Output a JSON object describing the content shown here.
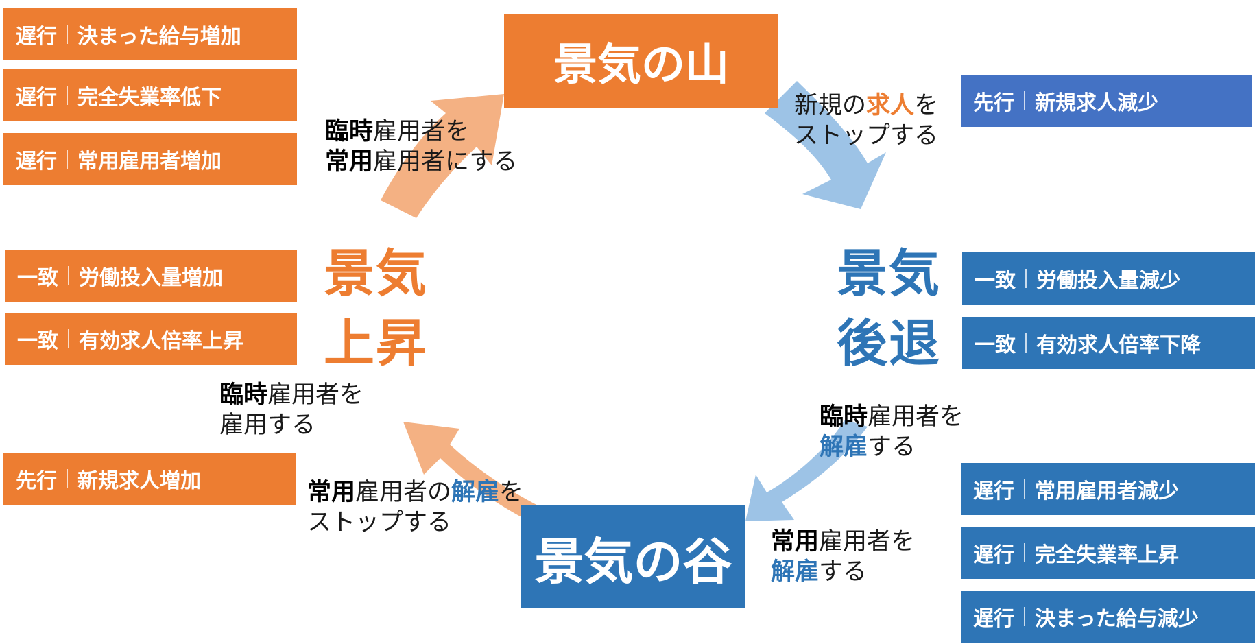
{
  "colors": {
    "orange": "#ED7D31",
    "blue": "#2E75B6",
    "blue_light": "#4472C4",
    "arrow_orange": "#F4B183",
    "arrow_blue": "#9DC3E6"
  },
  "titles": {
    "peak": "景気の山",
    "trough": "景気の谷"
  },
  "phases": {
    "expansion": {
      "line1": "景気",
      "line2": "上昇"
    },
    "recession": {
      "line1": "景気",
      "line2": "後退"
    }
  },
  "left_boxes": [
    {
      "tag": "遅行",
      "text": "決まった給与増加"
    },
    {
      "tag": "遅行",
      "text": "完全失業率低下"
    },
    {
      "tag": "遅行",
      "text": "常用雇用者増加"
    },
    {
      "tag": "一致",
      "text": "労働投入量増加"
    },
    {
      "tag": "一致",
      "text": "有効求人倍率上昇"
    },
    {
      "tag": "先行",
      "text": "新規求人増加"
    }
  ],
  "right_boxes": [
    {
      "tag": "先行",
      "text": "新規求人減少"
    },
    {
      "tag": "一致",
      "text": "労働投入量減少"
    },
    {
      "tag": "一致",
      "text": "有効求人倍率下降"
    },
    {
      "tag": "遅行",
      "text": "常用雇用者減少"
    },
    {
      "tag": "遅行",
      "text": "完全失業率上昇"
    },
    {
      "tag": "遅行",
      "text": "決まった給与減少"
    }
  ],
  "notes": {
    "top_right": {
      "a": "新規の",
      "b": "求人",
      "c": "を",
      "d": "ストップする"
    },
    "top_left": {
      "a": "臨時",
      "b": "雇用者を",
      "c": "常用",
      "d": "雇用者にする"
    },
    "mid_left": {
      "a": "臨時",
      "b": "雇用者を",
      "c": "雇用する"
    },
    "bottom_left": {
      "a": "常用",
      "b": "雇用者の",
      "c": "解雇",
      "d": "を",
      "e": "ストップする"
    },
    "mid_right": {
      "a": "臨時",
      "b": "雇用者を",
      "c": "解雇",
      "d": "する"
    },
    "bottom_right": {
      "a": "常用",
      "b": "雇用者を",
      "c": "解雇",
      "d": "する"
    }
  }
}
